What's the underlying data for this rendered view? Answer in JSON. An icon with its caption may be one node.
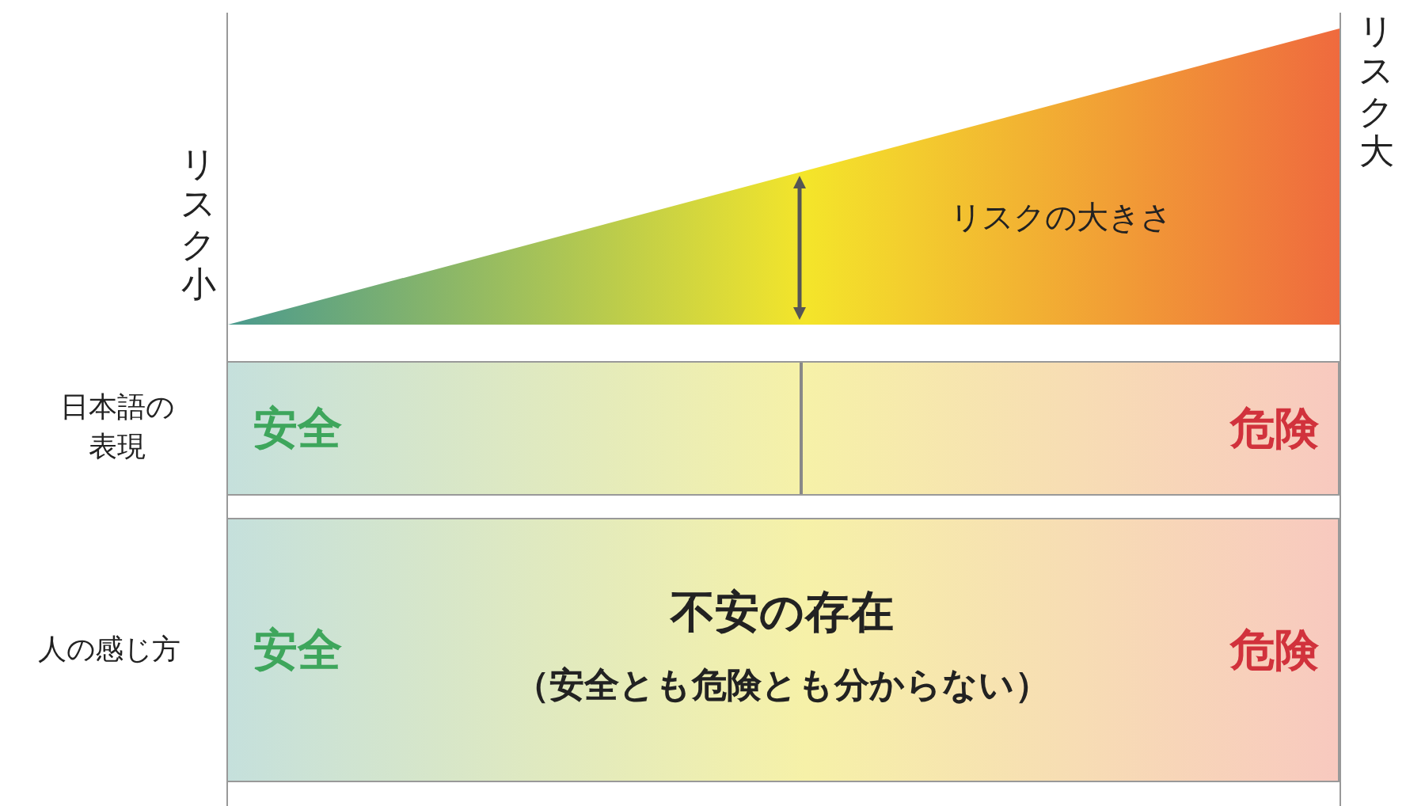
{
  "diagram": {
    "nodes": [
      {
        "text": [
          "リスクの大きさ"
        ]
      },
      {
        "text": [
          "安全",
          "危険"
        ],
        "beside": [
          "日本語の表現"
        ]
      },
      {
        "text": [
          "安全",
          "不安の存在",
          "（安全とも危険とも分からない）",
          "危険"
        ],
        "beside": [
          "人の感じ方"
        ]
      }
    ],
    "labels": [
      "リスク小",
      "リスク大"
    ]
  }
}
